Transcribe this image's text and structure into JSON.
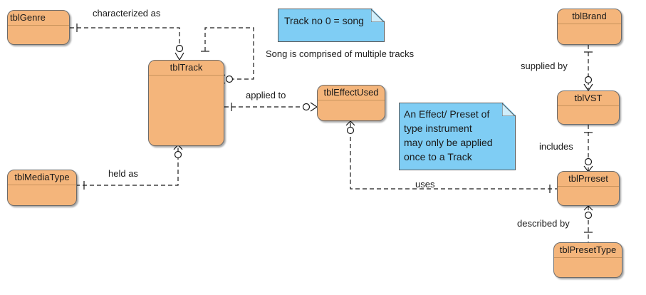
{
  "entities": {
    "genre": "tblGenre",
    "track": "tblTrack",
    "media_type": "tblMediaType",
    "effect_used": "tblEffectUsed",
    "brand": "tblBrand",
    "vst": "tblVST",
    "preset": "tblPrreset",
    "preset_type": "tblPresetType"
  },
  "relationships": {
    "characterized_as": "characterized as",
    "applied_to": "applied to",
    "held_as": "held as",
    "uses": "uses",
    "supplied_by": "supplied by",
    "includes": "includes",
    "described_by": "described by"
  },
  "notes": {
    "track_song": "Track no 0 = song",
    "effect_lines": [
      "An Effect/ Preset of",
      "type instrument",
      "may only be applied",
      "once to a Track"
    ]
  },
  "texts": {
    "song_comment": "Song is comprised of multiple tracks"
  },
  "colors": {
    "entity_fill": "#f4b57b",
    "note_fill": "#7fcdf4",
    "line": "#1a1a1a"
  }
}
